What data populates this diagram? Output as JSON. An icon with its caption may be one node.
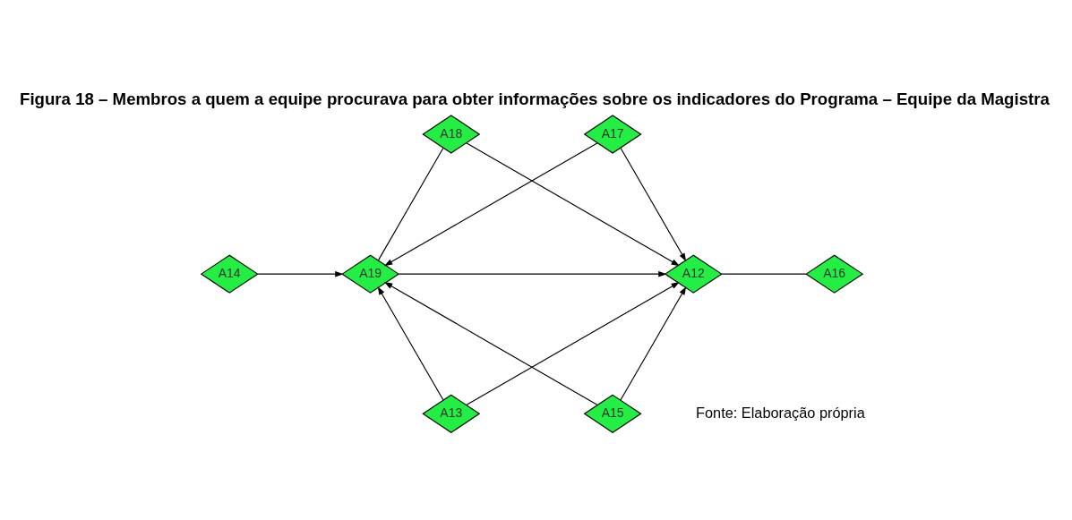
{
  "diagram": {
    "title": "Figura 18 – Membros a quem a equipe procurava para obter informações sobre os indicadores do Programa – Equipe da Magistra",
    "caption": "Fonte: Elaboração própria",
    "nodes": [
      {
        "text": [
          "A13"
        ]
      },
      {
        "text": [
          "A18"
        ]
      },
      {
        "text": [
          "A14"
        ]
      },
      {
        "text": [
          "A19"
        ]
      },
      {
        "text": [
          "A12"
        ]
      },
      {
        "text": [
          "A16"
        ]
      },
      {
        "text": [
          "A15"
        ]
      },
      {
        "text": [
          "A17"
        ]
      }
    ],
    "edges": [
      {
        "from": 2,
        "to": 3,
        "arrow": "to"
      },
      {
        "from": 0,
        "to": 3,
        "arrow": "to"
      },
      {
        "from": 0,
        "to": 4,
        "arrow": "to"
      },
      {
        "from": 1,
        "to": 4,
        "arrow": "to"
      },
      {
        "from": 3,
        "to": 1,
        "arrow": "none"
      },
      {
        "from": 3,
        "to": 4,
        "arrow": "to"
      },
      {
        "from": 6,
        "to": 3,
        "arrow": "to"
      },
      {
        "from": 6,
        "to": 4,
        "arrow": "to"
      },
      {
        "from": 7,
        "to": 3,
        "arrow": "to"
      },
      {
        "from": 7,
        "to": 4,
        "arrow": "to"
      },
      {
        "from": 4,
        "to": 5,
        "arrow": "none"
      }
    ]
  }
}
